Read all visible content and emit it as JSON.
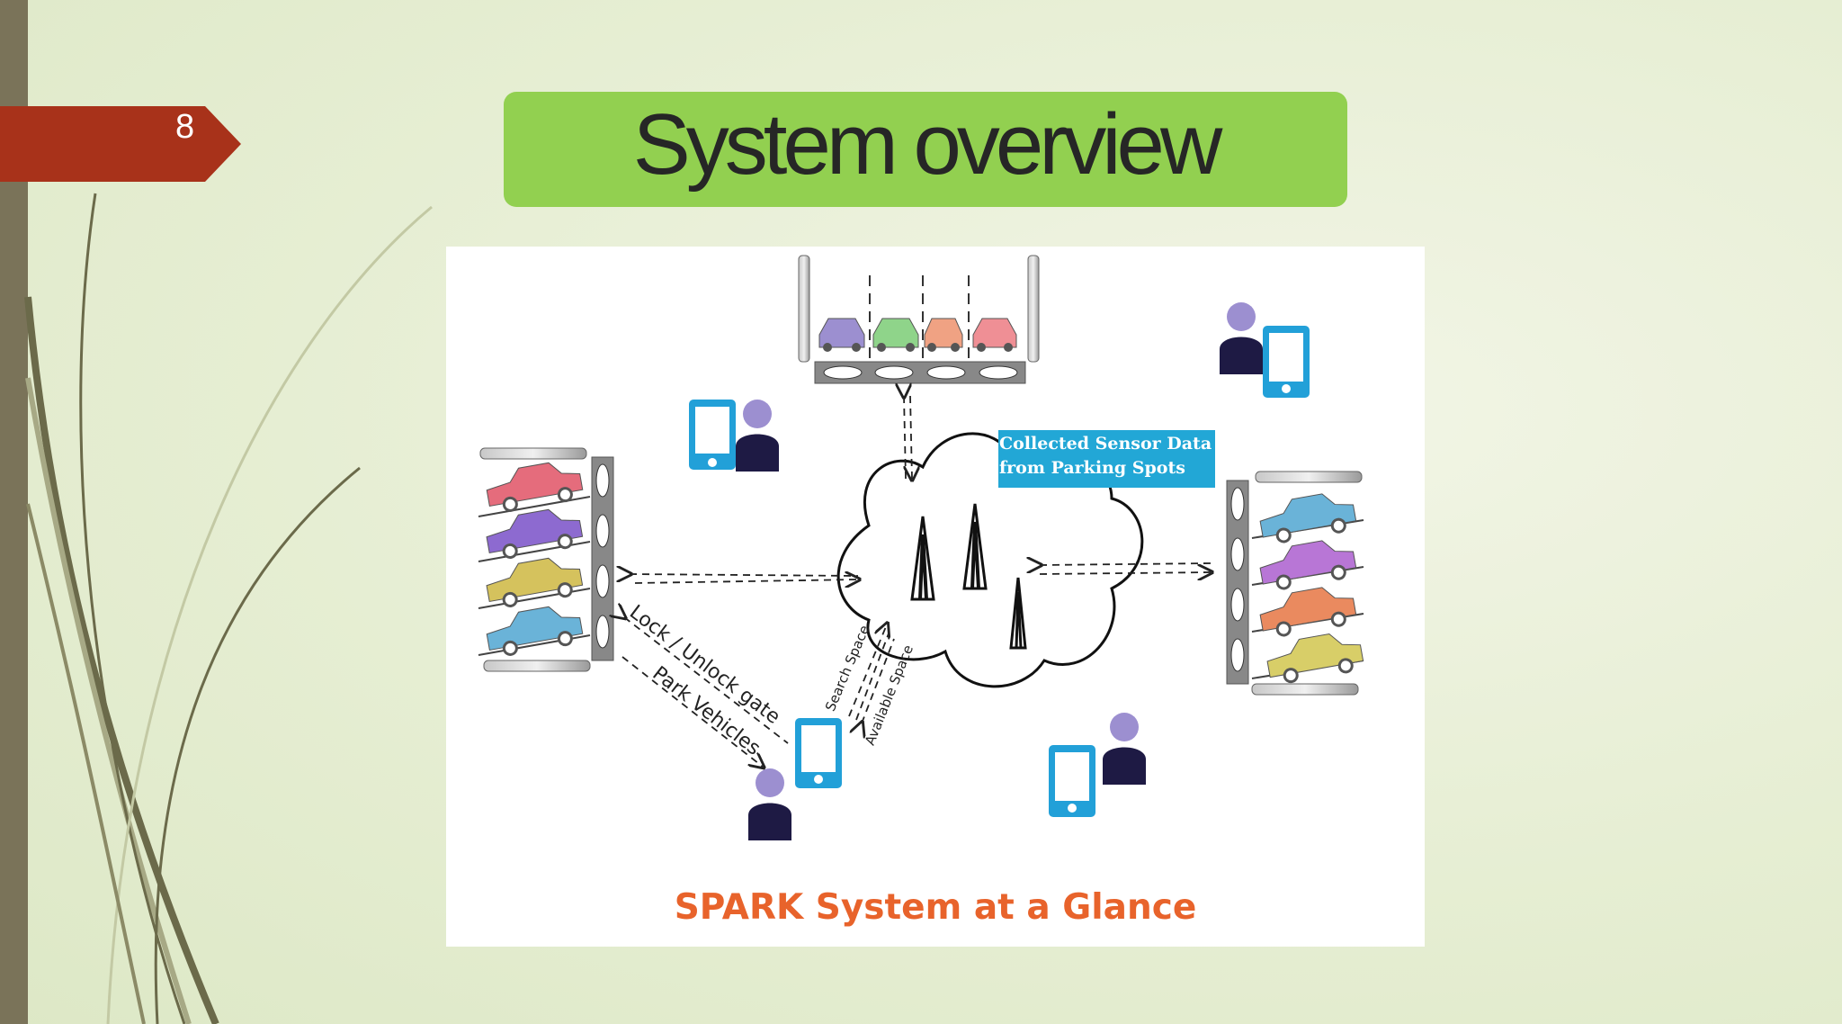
{
  "slide": {
    "number": "8",
    "title": "System overview"
  },
  "figure": {
    "caption": "SPARK System at a Glance",
    "sensor_label_line1": "Collected Sensor Data",
    "sensor_label_line2": "from Parking Spots",
    "arrow_labels": {
      "lock": "Lock / Unlock gate",
      "park": "Park Vehicles",
      "search": "Search Space",
      "available": "Available Space"
    }
  },
  "colors": {
    "title_bg": "#92d050",
    "slide_tag": "#a8321a",
    "left_bar": "#7a7359",
    "caption": "#e8632b",
    "label_bg": "#22a7d6",
    "phone": "#22a0d8",
    "person_head": "#9c8fd0",
    "person_body": "#1e1a44"
  },
  "icons": [
    "cloud-icon",
    "tower-icon",
    "phone-icon",
    "person-icon",
    "car-icon",
    "parking-rack-icon"
  ]
}
